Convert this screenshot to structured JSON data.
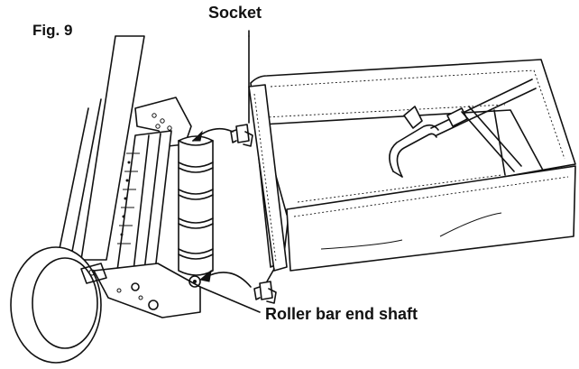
{
  "figure": {
    "title": "Fig. 9",
    "callouts": {
      "socket": "Socket",
      "roller_bar_end_shaft": "Roller bar end shaft"
    }
  }
}
